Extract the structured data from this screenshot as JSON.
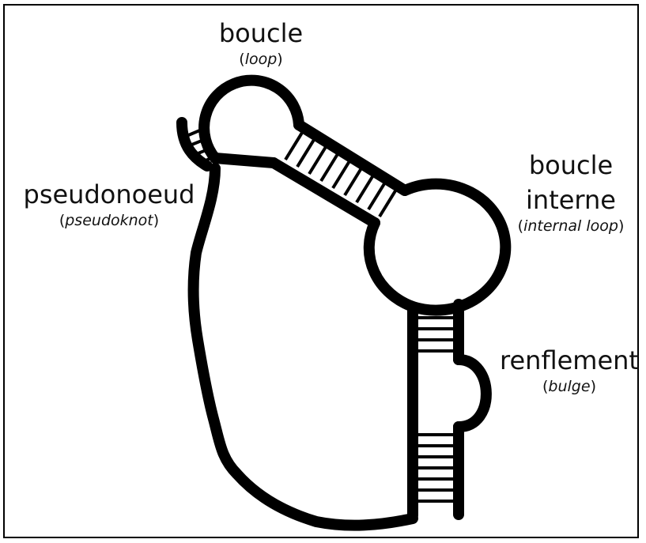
{
  "labels": {
    "loop": {
      "main": "boucle",
      "sub_open": "(",
      "sub_term": "loop",
      "sub_close": ")"
    },
    "pseudoknot": {
      "main": "pseudonoeud",
      "sub_open": "(",
      "sub_term": "pseudoknot",
      "sub_close": ")"
    },
    "internal_loop": {
      "main_line1": "boucle",
      "main_line2": "interne",
      "sub_open": "(",
      "sub_term": "internal loop",
      "sub_close": ")"
    },
    "bulge": {
      "main": "renflement",
      "sub_open": "(",
      "sub_term": "bulge",
      "sub_close": ")"
    }
  },
  "colors": {
    "stroke": "#000000",
    "text": "#111111",
    "background": "#ffffff"
  }
}
